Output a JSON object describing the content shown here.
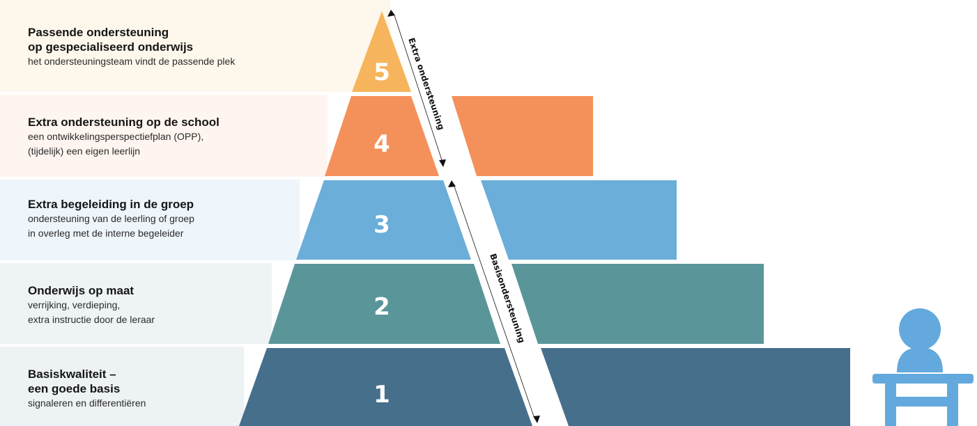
{
  "levels": [
    {
      "number": "5",
      "title_lines": [
        "Passende ondersteuning",
        "op gespecialiseerd onderwijs"
      ],
      "desc_lines": [
        "het ondersteuningsteam vindt de passende plek"
      ],
      "color": "#f6b55c",
      "band_color": "#fef7ec"
    },
    {
      "number": "4",
      "title_lines": [
        "Extra ondersteuning op de school"
      ],
      "desc_lines": [
        "een ontwikkelingsperspectiefplan (OPP),",
        "(tijdelijk) een eigen leerlijn"
      ],
      "color": "#f4915a",
      "band_color": "#fff5f0"
    },
    {
      "number": "3",
      "title_lines": [
        "Extra begeleiding in de groep"
      ],
      "desc_lines": [
        "ondersteuning van de leerling of groep",
        "in overleg met de interne begeleider"
      ],
      "color": "#6aaed9",
      "band_color": "#eef5fb"
    },
    {
      "number": "2",
      "title_lines": [
        "Onderwijs op maat"
      ],
      "desc_lines": [
        "verrijking, verdieping,",
        "extra instructie door de leraar"
      ],
      "color": "#5a959a",
      "band_color": "#eef4f5"
    },
    {
      "number": "1",
      "title_lines": [
        "Basiskwaliteit –",
        "een goede basis"
      ],
      "desc_lines": [
        "signaleren en differentiëren"
      ],
      "color": "#466f8b",
      "band_color": "#edf2f5"
    }
  ],
  "arrows": {
    "upper_label": "Extra ondersteuning",
    "lower_label": "Basisondersteuning"
  },
  "icon": {
    "name": "student-at-desk-icon",
    "color": "#63a9dd"
  }
}
